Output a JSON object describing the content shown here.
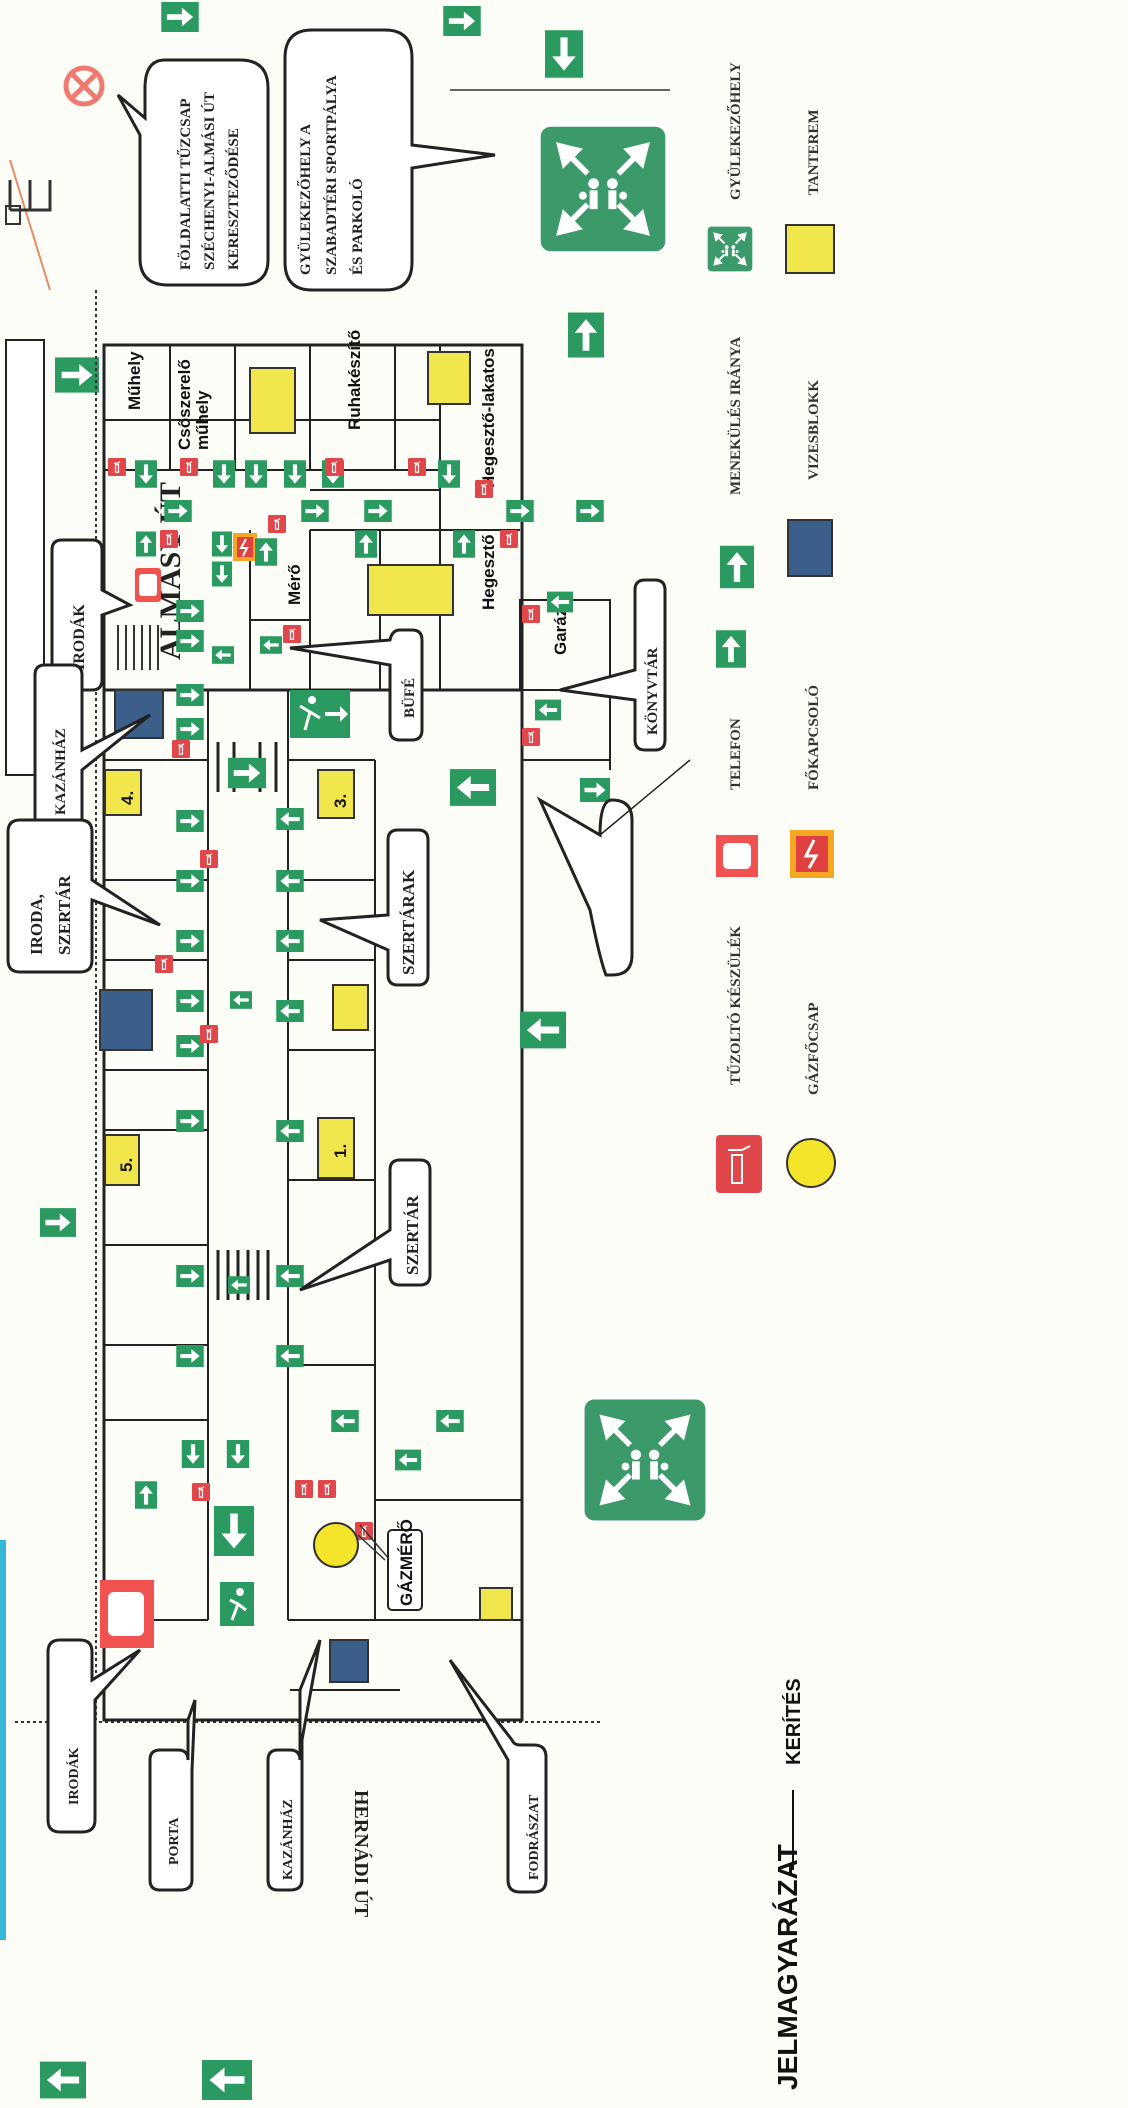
{
  "street_top": "ALMÁSY ÚT",
  "street_bottom": "HERNÁDI ÚT",
  "callouts": {
    "underground_hydrant": [
      "FÖLDALATTI TŰZCSAP",
      "SZÉCHENYI-ALMÁSI ÚT",
      "KERESZTEZŐDÉSE"
    ],
    "assembly_point": [
      "GYÜLEKEZŐHELY A",
      "SZABADTÉRI SPORTPÁLYA",
      "ÉS PARKOLÓ"
    ],
    "irodak_top": "IRODÁK",
    "kazanhaz_top": "KAZÁNHÁZ",
    "iroda_szertar": [
      "IRODA,",
      "SZERTÁR"
    ],
    "szertarak": "SZERTÁRAK",
    "szertar": "SZERTÁR",
    "bufe": "BÜFÉ",
    "konyvtar": "KÖNYVTÁR",
    "irodak_bottom": "IRODÁK",
    "porta": "PORTA",
    "kazanhaz_bottom": "KAZÁNHÁZ",
    "fodraszat": "FODRÁSZAT",
    "gazmero": "GÁZMÉRŐ"
  },
  "rooms": {
    "muhely": "Műhely",
    "csoszerelo": [
      "Csőszerelő",
      "műhely"
    ],
    "ruhakeszito": "Ruhakészítő",
    "hegeszto_lakatos": "Hegesztő-lakatos",
    "hegeszto": "Hegesztő",
    "mero": "Mérő",
    "garazs": "Garázs",
    "room_1": "1.",
    "room_3": "3.",
    "room_4": "4.",
    "room_5": "5."
  },
  "legend": {
    "title": "JELMAGYARÁZAT",
    "fence_label": "KERÍTÉS",
    "items": [
      {
        "key": "tuzolto",
        "label": "TŰZOLTÓ KÉSZÜLÉK"
      },
      {
        "key": "gazcsap",
        "label": "GÁZFŐCSAP"
      },
      {
        "key": "telefon",
        "label": "TELEFON"
      },
      {
        "key": "fokapcsolo",
        "label": "FŐKAPCSOLÓ"
      },
      {
        "key": "menekules",
        "label": "MENEKÜLÉS IRÁNYA"
      },
      {
        "key": "vizesblokk",
        "label": "VIZESBLOKK"
      },
      {
        "key": "gyulekezohely",
        "label": "GYÜLEKEZŐHELY"
      },
      {
        "key": "tanterem",
        "label": "TANTEREM"
      }
    ]
  },
  "colors": {
    "exit_green": "#2a9a60",
    "extinguisher_red": "#e0464a",
    "classroom_yellow": "#f2e64d",
    "washroom_blue": "#3b5f8a",
    "gas_valve_yellow": "#f5e52a"
  }
}
